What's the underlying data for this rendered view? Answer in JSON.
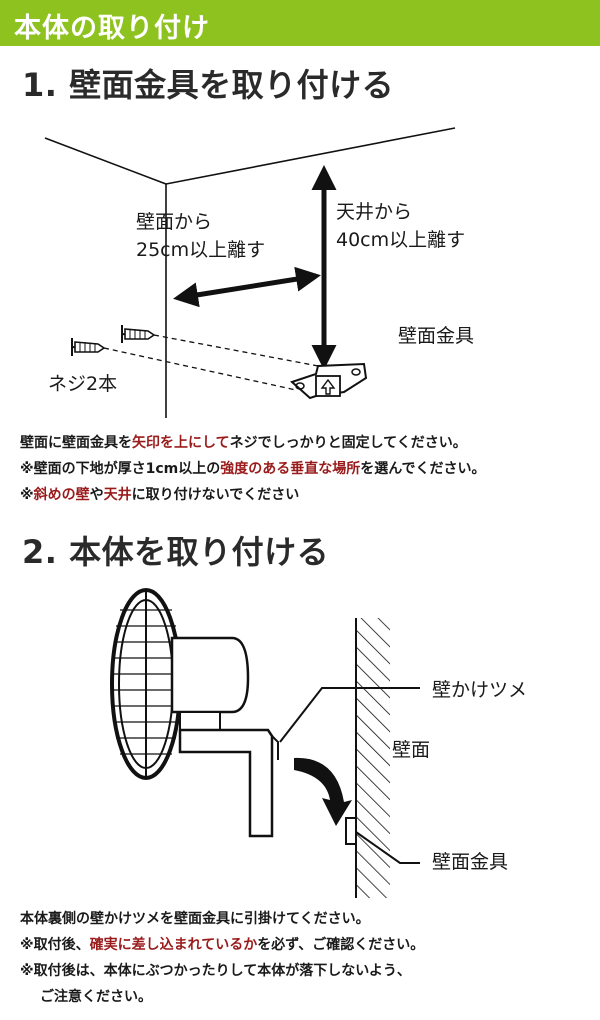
{
  "header": {
    "title": "本体の取り付け"
  },
  "step1": {
    "title": "1. 壁面金具を取り付ける",
    "labels": {
      "wall_distance_1": "壁面から",
      "wall_distance_2": "25cm以上離す",
      "ceiling_distance_1": "天井から",
      "ceiling_distance_2": "40cm以上離す",
      "bracket": "壁面金具",
      "screws": "ネジ2本"
    },
    "notes": [
      {
        "a": "壁面に壁面金具を",
        "b": "矢印を上にして",
        "c": "ネジでしっかりと固定してください。"
      },
      {
        "a": "※壁面の下地が厚さ1cm以上の",
        "b": "強度のある垂直な場所",
        "c": "を選んでください。"
      },
      {
        "a": "※",
        "b": "斜めの壁",
        "c": "や",
        "d": "天井",
        "e": "に取り付けないでください"
      }
    ]
  },
  "step2": {
    "title": "2. 本体を取り付ける",
    "labels": {
      "hook": "壁かけツメ",
      "wall": "壁面",
      "bracket": "壁面金具"
    },
    "notes": [
      {
        "a": "本体裏側の壁かけツメを壁面金具に引掛けてください。"
      },
      {
        "a": "※取付後、",
        "b": "確実に差し込まれているか",
        "c": "を必ず、ご確認ください。"
      },
      {
        "a": "※取付後は、本体にぶつかったりして本体が落下しないよう、"
      },
      {
        "a": "ご注意ください。"
      }
    ]
  },
  "colors": {
    "header_bg": "#8dc21f",
    "highlight": "#9a1b1b",
    "ink": "#1a1a1a"
  }
}
